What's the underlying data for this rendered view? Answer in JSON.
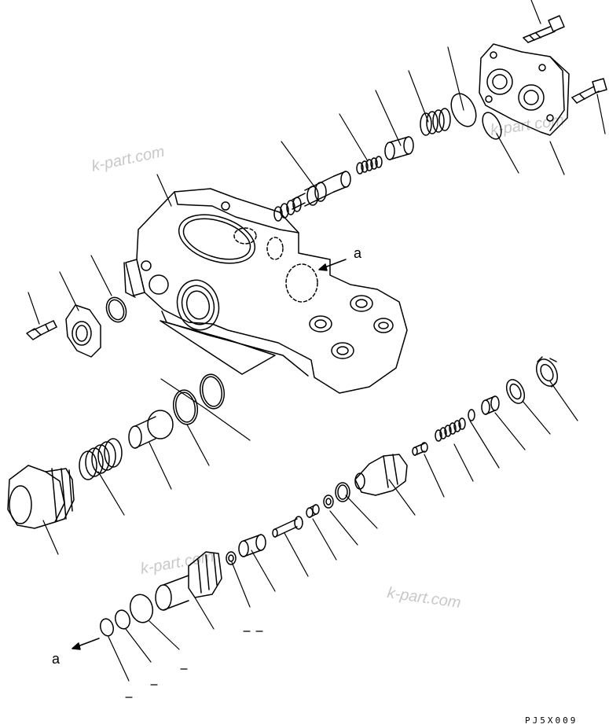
{
  "diagram": {
    "callout_a_top": "a",
    "callout_a_bottom": "a",
    "drawing_code": "PJ5X009",
    "watermarks": [
      "k-part.com",
      "k-part.com",
      "k-part.com",
      "k-part.com"
    ]
  }
}
